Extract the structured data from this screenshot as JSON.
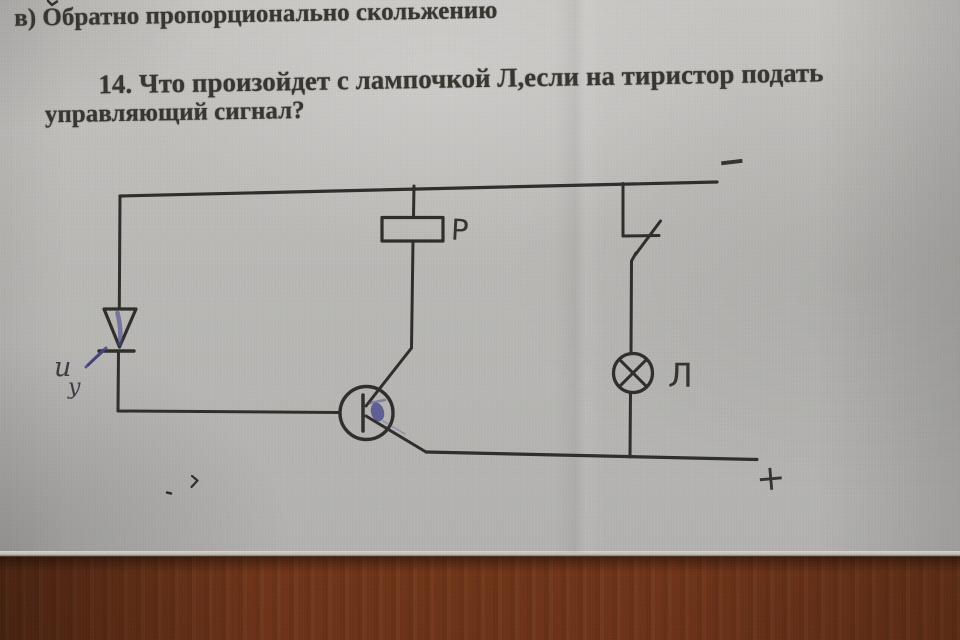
{
  "page_text": {
    "option_line": "в) Обратно пропорционально скольжению",
    "question_line1": "14. Что произойдет с лампочкой Л,если на тиристор подать",
    "question_line2": "управляющий сигнал?"
  },
  "circuit": {
    "labels": {
      "gate_signal_main": "u",
      "gate_signal_sub": "у",
      "relay": "Р",
      "lamp": "Л",
      "minus_terminal": "−",
      "plus_terminal": "+"
    },
    "symbols": [
      "thyristor-icon",
      "relay-coil-icon",
      "transistor-icon",
      "switch-contact-icon",
      "lamp-icon"
    ]
  },
  "colors": {
    "ink": "#2f2d2a",
    "pen_blue": "#47478f",
    "paper": "#bcbab7",
    "desk": "#7a3a1c"
  }
}
